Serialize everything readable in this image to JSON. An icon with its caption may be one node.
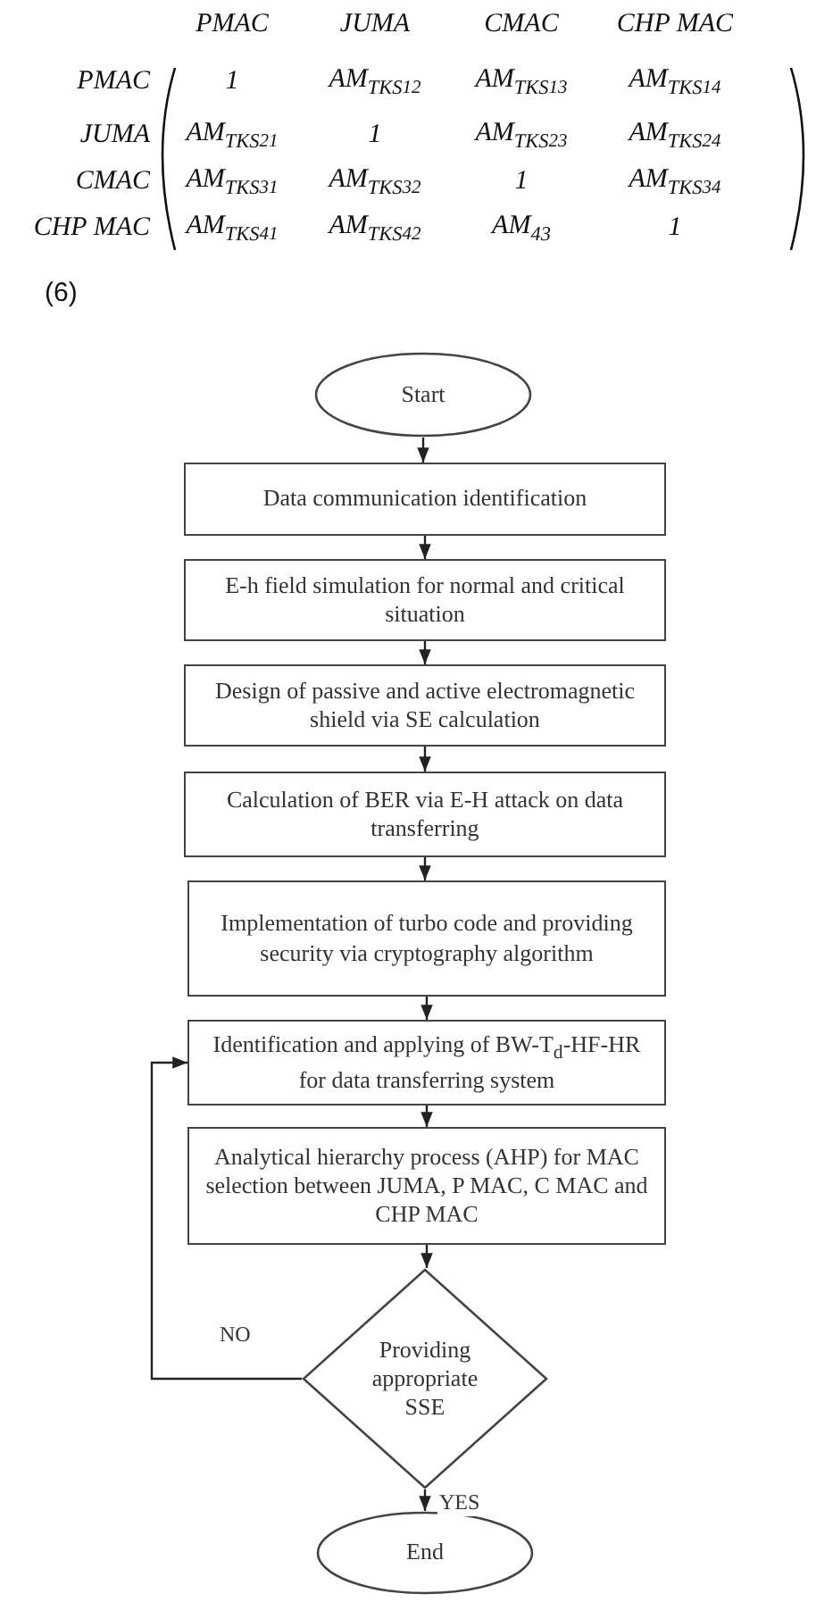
{
  "diagram": {
    "nodes": [
      {
        "text": [
          "Start"
        ]
      },
      {
        "text": [
          "Data communication identification"
        ]
      },
      {
        "text": [
          "E-h field simulation for normal and critical situation"
        ]
      },
      {
        "text": [
          "Design of passive and active electromagnetic shield via SE calculation"
        ]
      },
      {
        "text": [
          "Calculation of BER via E-H attack on data transferring"
        ]
      },
      {
        "text": [
          "Implementation of turbo code and providing security via cryptography algorithm"
        ]
      },
      {
        "text": [
          "Identification and applying of BW-T$_{d}$-HF-HR for data transferring system"
        ]
      },
      {
        "text": [
          "Analytical hierarchy process (AHP) for MAC selection between JUMA, P MAC, C MAC and CHP MAC"
        ]
      },
      {
        "text": [
          "Providing appropriate SSE"
        ]
      },
      {
        "text": [
          "End"
        ]
      }
    ],
    "edges": [
      {
        "from": 0,
        "to": 1,
        "arrow": "to"
      },
      {
        "from": 1,
        "to": 2,
        "arrow": "to"
      },
      {
        "from": 2,
        "to": 3,
        "arrow": "to"
      },
      {
        "from": 3,
        "to": 4,
        "arrow": "to"
      },
      {
        "from": 4,
        "to": 5,
        "arrow": "to"
      },
      {
        "from": 5,
        "to": 6,
        "arrow": "to"
      },
      {
        "from": 6,
        "to": 7,
        "arrow": "to"
      },
      {
        "from": 7,
        "to": 8,
        "arrow": "to"
      },
      {
        "from": 8,
        "to": 9,
        "arrow": "to",
        "label": "YES"
      },
      {
        "from": 8,
        "to": 6,
        "arrow": "to",
        "label": "NO"
      }
    ],
    "labels": [
      "PMAC",
      "JUMA",
      "CMAC",
      "CHP MAC",
      "PMAC",
      "1",
      "AM$_{TKS}$$_{12}$",
      "AM$_{TKS}$$_{13}$",
      "AM$_{TKS}$$_{14}$",
      "JUMA",
      "AM$_{TKS}$$_{21}$",
      "1",
      "AM$_{TKS}$$_{23}$",
      "AM$_{TKS}$$_{24}$",
      "CMAC",
      "AM$_{TKS}$$_{31}$",
      "AM$_{TKS}$$_{32}$",
      "1",
      "AM$_{TKS}$$_{34}$",
      "CHP MAC",
      "AM$_{TKS}$$_{41}$",
      "AM$_{TKS}$$_{42}$",
      "AM$_{43}$",
      "1",
      "(6)"
    ]
  }
}
